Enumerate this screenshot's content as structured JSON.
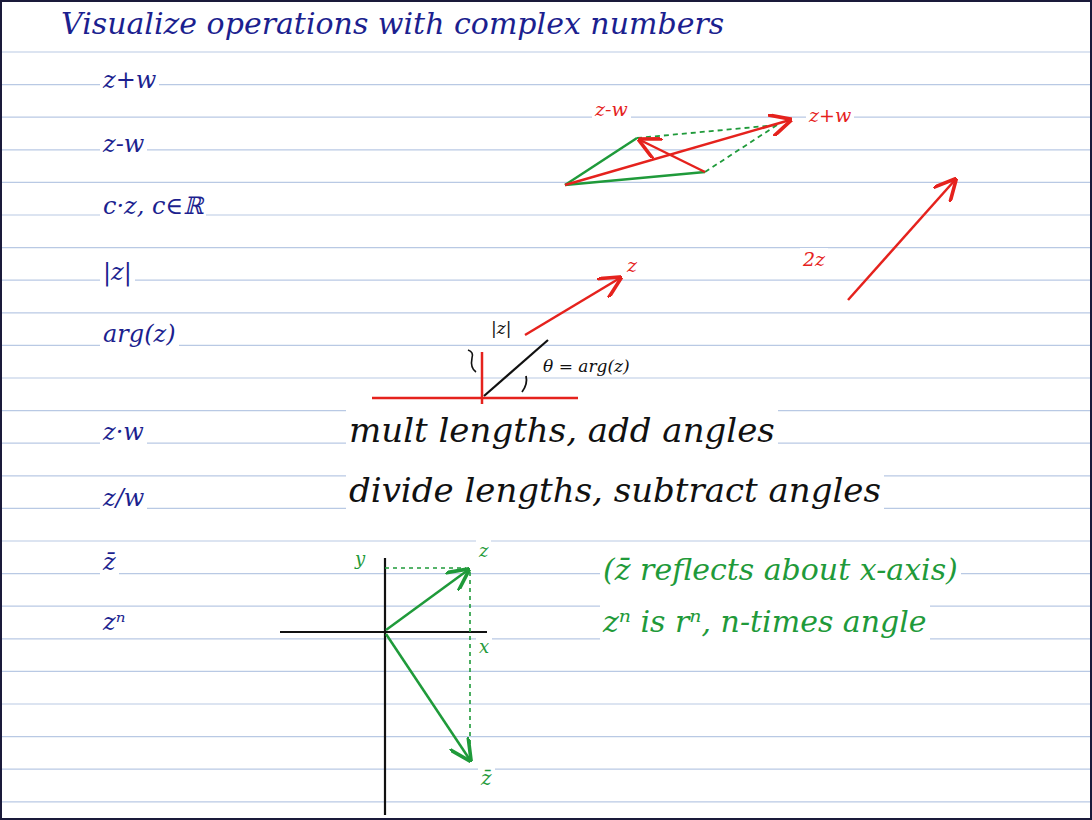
{
  "diagram": {
    "title": "Visualize operations with complex numbers",
    "labels": [
      "z+w",
      "z-w",
      "c·z, c∈ℝ",
      "|z|",
      "arg(z)",
      "z·w",
      "z/w",
      "z̄",
      "zⁿ",
      "z-w",
      "z+w",
      "z",
      "2z",
      "|z|",
      "θ = arg(z)",
      "mult lengths, add angles",
      "divide lengths, subtract angles",
      "y",
      "z",
      "x",
      "z̄",
      "(z̄ reflects about x-axis)",
      "zⁿ is rⁿ, n-times angle"
    ]
  }
}
